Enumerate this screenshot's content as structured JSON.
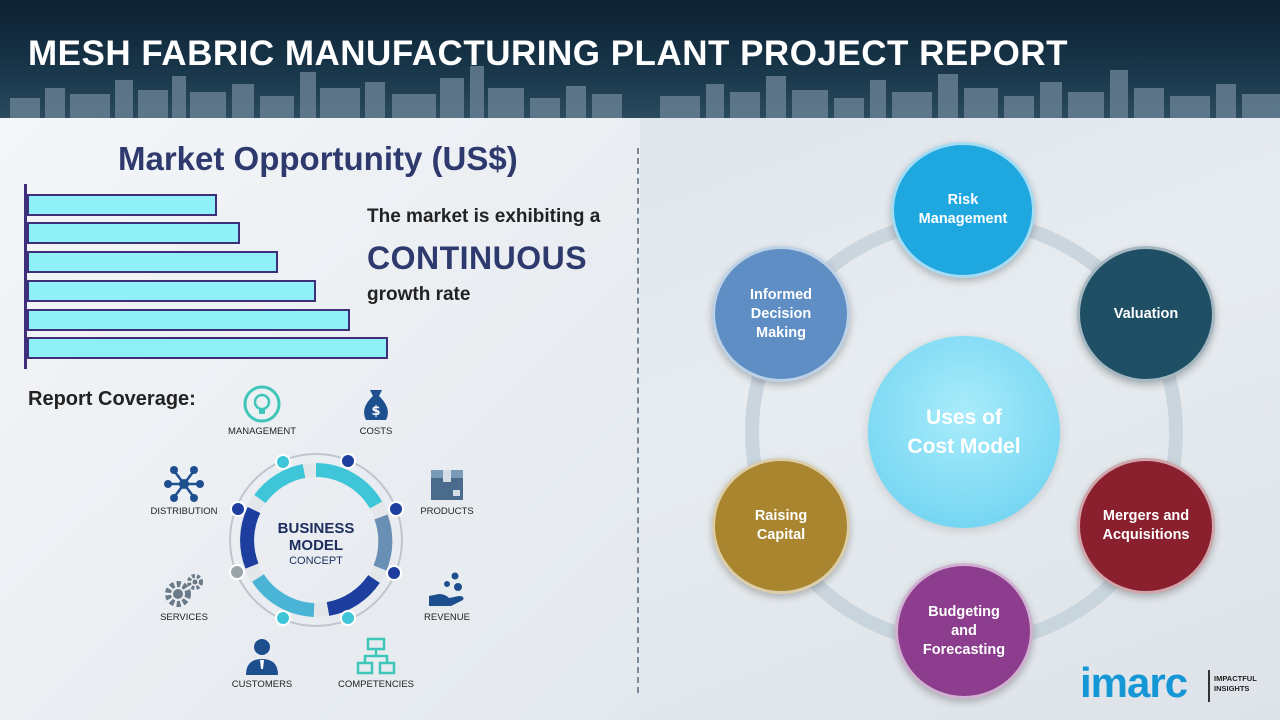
{
  "header": {
    "title": "MESH FABRIC MANUFACTURING PLANT PROJECT REPORT"
  },
  "market": {
    "title": "Market Opportunity (US$)",
    "line1": "The market is exhibiting a",
    "line2": "CONTINUOUS",
    "line3": "growth rate",
    "bar_levels": [
      0.5,
      0.56,
      0.66,
      0.76,
      0.85,
      0.95
    ]
  },
  "coverage": {
    "title": "Report Coverage:",
    "concept": {
      "line1": "BUSINESS",
      "line2": "MODEL",
      "line3": "CONCEPT"
    },
    "items": {
      "management": "MANAGEMENT",
      "costs": "COSTS",
      "distribution": "DISTRIBUTION",
      "products": "PRODUCTS",
      "services": "SERVICES",
      "revenue": "REVENUE",
      "customers": "CUSTOMERS",
      "competencies": "COMPETENCIES"
    }
  },
  "cost_model": {
    "center": {
      "line1": "Uses of",
      "line2": "Cost Model"
    },
    "items": {
      "risk": {
        "label": "Risk Management",
        "color": "#1fa7e0"
      },
      "valuation": {
        "label": "Valuation",
        "color": "#1f4f64"
      },
      "mergers": {
        "label": "Mergers and Acquisitions",
        "color": "#8a1f2e"
      },
      "budgeting": {
        "label": "Budgeting and Forecasting",
        "color": "#8c3d8e"
      },
      "raising": {
        "label": "Raising Capital",
        "color": "#a8852e"
      },
      "informed": {
        "label": "Informed Decision Making",
        "color": "#5e8ec4"
      }
    }
  },
  "logo": {
    "word": "imarc",
    "tag1": "IMPACTFUL",
    "tag2": "INSIGHTS"
  }
}
